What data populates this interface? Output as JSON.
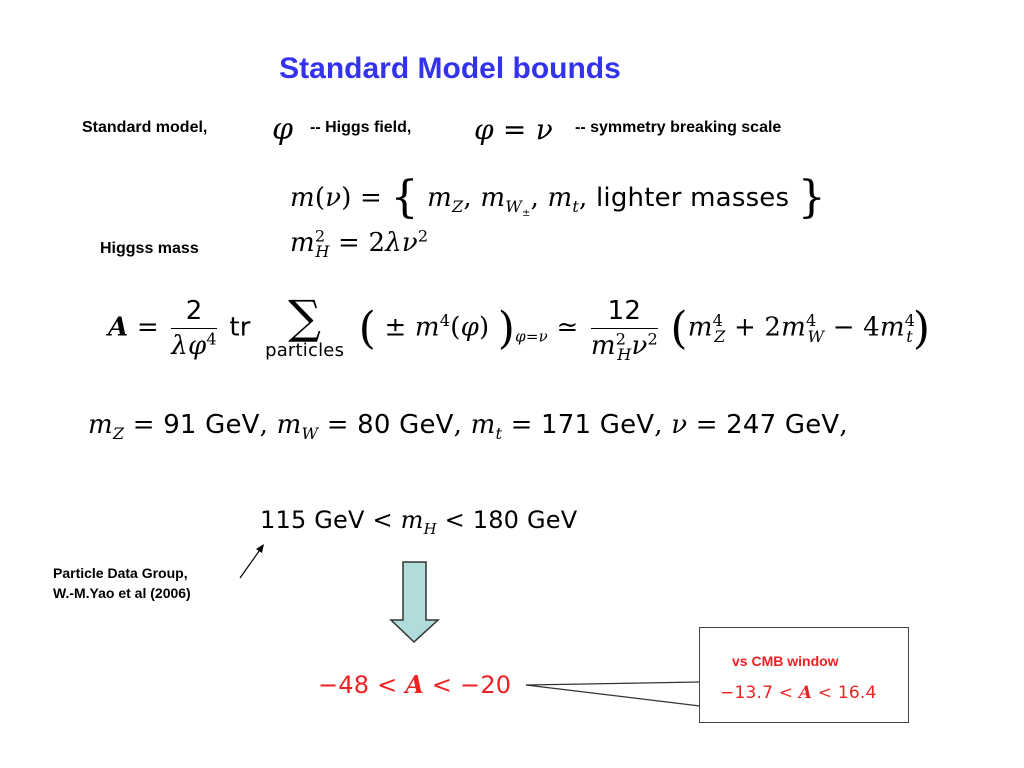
{
  "title": "Standard Model bounds",
  "labels": {
    "standard_model": "Standard model,",
    "higgs_field": "-- Higgs field,",
    "symmetry_scale": "-- symmetry breaking scale",
    "higgs_mass": "Higgss mass",
    "pdg_line1": "Particle Data Group,",
    "pdg_line2": "W.-M.Yao et al (2006)",
    "cmb_window": "vs CMB window"
  },
  "mass_set": {
    "lhs": "m(ν) =",
    "items": "m_Z, m_W±, m_t,",
    "rest": "lighter masses"
  },
  "higgs_relation": "m_H² = 2λν²",
  "formula": {
    "prefactor_num": "2",
    "prefactor_den": "λφ⁴",
    "trace": "tr",
    "sum_under": "particles",
    "sub_cond": "φ=ν",
    "approx_num": "12"
  },
  "constants": [
    {
      "symbol": "m_Z",
      "value": "91",
      "unit": "GeV"
    },
    {
      "symbol": "m_W",
      "value": "80",
      "unit": "GeV"
    },
    {
      "symbol": "m_t",
      "value": "171",
      "unit": "GeV"
    },
    {
      "symbol": "ν",
      "value": "247",
      "unit": "GeV"
    }
  ],
  "higgs_bound": {
    "low": "115 GeV",
    "high": "180 GeV"
  },
  "a_bound": {
    "low": "−48",
    "high": "−20"
  },
  "cmb_bound": {
    "low": "−13.7",
    "high": "16.4"
  },
  "colors": {
    "title": "#3333ee",
    "highlight": "#ee2222",
    "arrow_fill": "#b0dcdc"
  }
}
